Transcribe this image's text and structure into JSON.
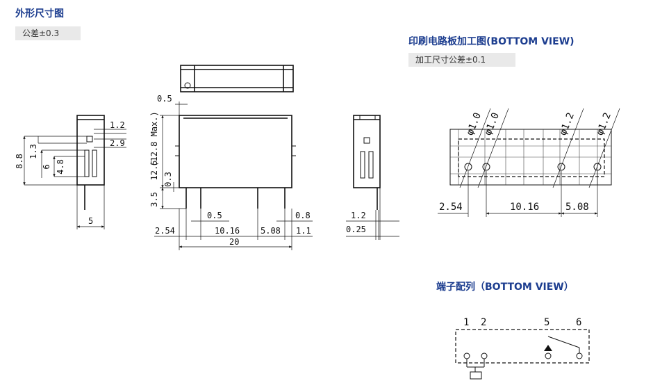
{
  "outline": {
    "title": "外形尺寸图",
    "tolerance": "公差±0.3",
    "side_dims": [
      "1.2",
      "2.9",
      "8.8",
      "1.3",
      "6",
      "4.8",
      "5"
    ],
    "front_dims": [
      "0.5",
      "12.5",
      "(12.8 Max.)",
      "0.3",
      "3.5",
      "0.5",
      "0.8",
      "2.54",
      "10.16",
      "5.08",
      "1.1",
      "20"
    ],
    "right_dims": [
      "1.2",
      "0.25"
    ]
  },
  "pcb": {
    "title": "印刷电路板加工图(BOTTOM VIEW)",
    "tolerance": "加工尺寸公差±0.1",
    "hole_labels": [
      "φ1.0",
      "φ1.0",
      "φ1.2",
      "φ1.2"
    ],
    "dims": [
      "2.54",
      "10.16",
      "5.08"
    ]
  },
  "terminal": {
    "title": "端子配列（BOTTOM VIEW）",
    "pins": [
      "1",
      "2",
      "5",
      "6"
    ]
  }
}
